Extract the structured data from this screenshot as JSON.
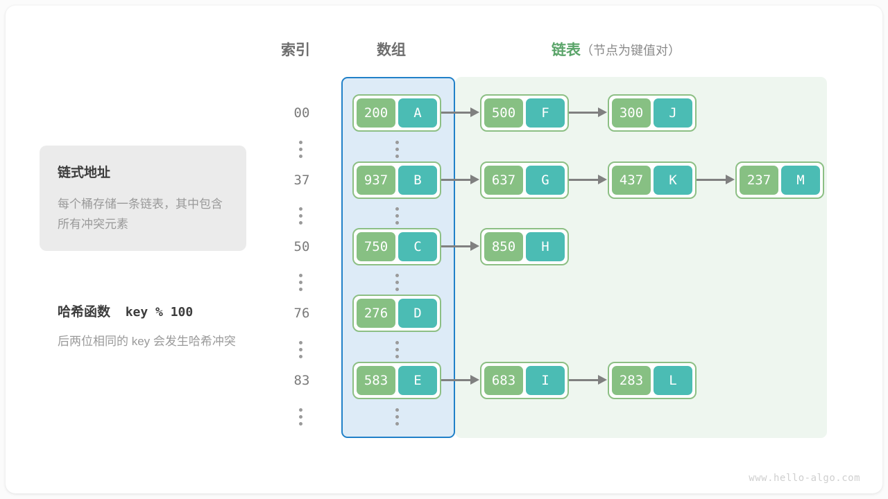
{
  "headers": {
    "index": "索引",
    "array": "数组",
    "list": "链表",
    "list_sub": "（节点为键值对）"
  },
  "note": {
    "title": "链式地址",
    "body": "每个桶存储一条链表，其中包含所有冲突元素"
  },
  "hash_function": {
    "title_label": "哈希函数",
    "title_expr": "key % 100",
    "body": "后两位相同的 key 会发生哈希冲突"
  },
  "rows": [
    {
      "index": "00",
      "nodes": [
        {
          "key": "200",
          "value": "A"
        },
        {
          "key": "500",
          "value": "F"
        },
        {
          "key": "300",
          "value": "J"
        }
      ]
    },
    {
      "index": "37",
      "nodes": [
        {
          "key": "937",
          "value": "B"
        },
        {
          "key": "637",
          "value": "G"
        },
        {
          "key": "437",
          "value": "K"
        },
        {
          "key": "237",
          "value": "M"
        }
      ]
    },
    {
      "index": "50",
      "nodes": [
        {
          "key": "750",
          "value": "C"
        },
        {
          "key": "850",
          "value": "H"
        }
      ]
    },
    {
      "index": "76",
      "nodes": [
        {
          "key": "276",
          "value": "D"
        }
      ]
    },
    {
      "index": "83",
      "nodes": [
        {
          "key": "583",
          "value": "E"
        },
        {
          "key": "683",
          "value": "I"
        },
        {
          "key": "283",
          "value": "L"
        }
      ]
    }
  ],
  "row_tops": [
    136,
    233,
    329,
    425,
    522
  ],
  "ellipsis_tops": [
    203,
    299,
    395,
    492,
    589
  ],
  "colors": {
    "array_region_fill": "#ddebf7",
    "array_region_border": "#2080c8",
    "list_region_fill": "#eef6ef",
    "node_border": "#8cbf84",
    "key_cell": "#87c083",
    "value_cell": "#4bbcb4",
    "arrow": "#808080",
    "list_header": "#5aa469"
  },
  "watermark": "www.hello-algo.com"
}
